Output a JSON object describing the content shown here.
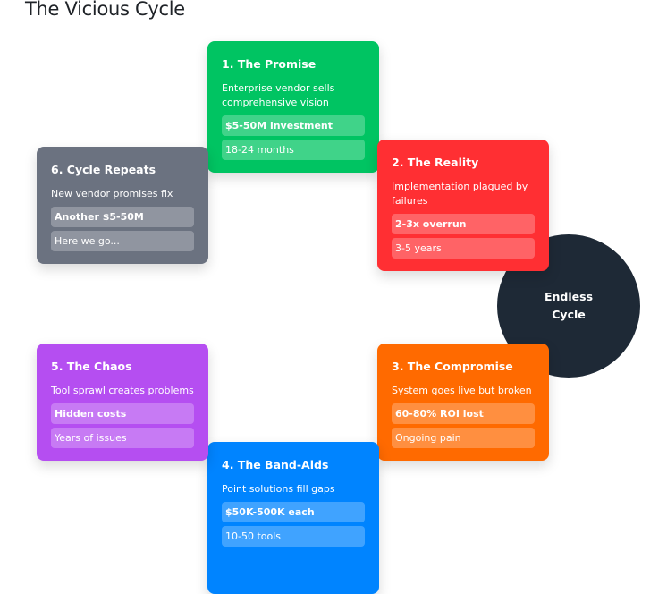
{
  "title": "The Vicious Cycle",
  "center": {
    "label": "Endless Cycle"
  },
  "steps": [
    {
      "title": "1. The Promise",
      "desc": "Enterprise vendor sells comprehensive vision",
      "tags": [
        "$5-50M investment",
        "18-24 months"
      ],
      "color": "#00c462"
    },
    {
      "title": "2. The Reality",
      "desc": "Implementation plagued by failures",
      "tags": [
        "2-3x overrun",
        "3-5 years"
      ],
      "color": "#ff2f33"
    },
    {
      "title": "3. The Compromise",
      "desc": "System goes live but broken",
      "tags": [
        "60-80% ROI lost",
        "Ongoing pain"
      ],
      "color": "#ff6a00"
    },
    {
      "title": "4. The Band-Aids",
      "desc": "Point solutions fill gaps",
      "tags": [
        "$50K-500K each",
        "10-50 tools"
      ],
      "color": "#0084ff"
    },
    {
      "title": "5. The Chaos",
      "desc": "Tool sprawl creates problems",
      "tags": [
        "Hidden costs",
        "Years of issues"
      ],
      "color": "#b54ef1"
    },
    {
      "title": "6. Cycle Repeats",
      "desc": "New vendor promises fix",
      "tags": [
        "Another $5-50M",
        "Here we go..."
      ],
      "color": "#6b7280"
    }
  ]
}
